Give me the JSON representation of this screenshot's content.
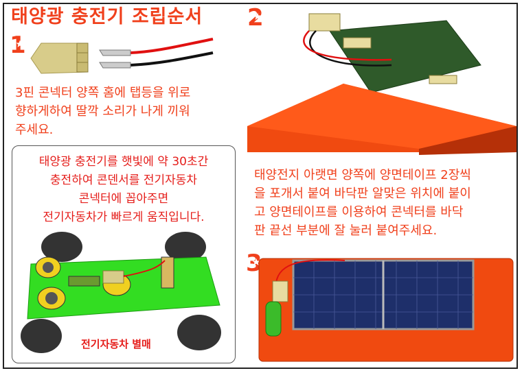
{
  "title": "태양광 충전기 조립순서",
  "steps": [
    {
      "number": "1",
      "lines": [
        "3핀 콘넥터 양쪽 홈에 탭등을 위로",
        "향하게하여 딸깍 소리가 나게 끼워",
        "주세요."
      ]
    },
    {
      "number": "2",
      "lines": [
        "태양전지 아랫면 양쪽에 양면테이프 2장씩",
        "을 포개서 붙여 바닥판 알맞은 위치에 붙이",
        "고 양면테이프를 이용하여 콘넥터를 바닥",
        "판 끝선 부분에 잘 눌러 붙여주세요."
      ]
    },
    {
      "number": "3"
    }
  ],
  "note": {
    "lines": [
      "태양광 충전기를 햇빛에 약 30초간",
      "충전하여 콘덴서를 전기자동차",
      "콘넥터에 꼽아주면",
      "전기자동차가 빠르게 움직입니다."
    ],
    "caption": "전기자동차 별매"
  },
  "colors": {
    "accent": "#f0401c",
    "note_text": "#e51d1a",
    "board": "#f04a10",
    "pcb": "#2f5a2a",
    "car_body": "#33dd22"
  }
}
